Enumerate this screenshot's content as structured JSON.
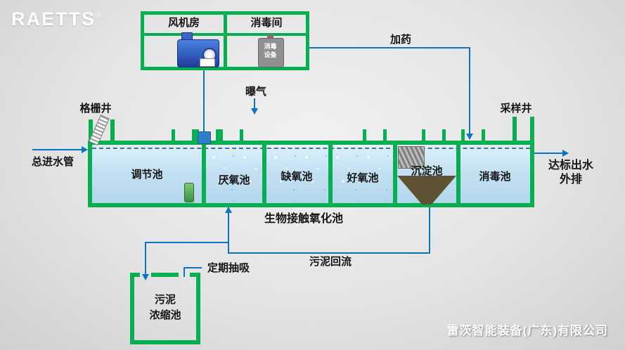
{
  "colors": {
    "green": "#00b050",
    "blue": "#0a74c2",
    "water": "#c3e0f2",
    "sludge": "#5e5233",
    "device_gray": "#909090"
  },
  "brand": {
    "logo_text": "RAETTS",
    "reg_mark": "®",
    "company_name": "雷茨智能装备(广东)有限公司"
  },
  "equipment_box": {
    "fan_room": "风机房",
    "disinfection_room": "消毒间",
    "device_line1": "消毒",
    "device_line2": "设备"
  },
  "labels": {
    "dosing": "加药",
    "aeration": "曝气",
    "grid_well": "格栅井",
    "inlet_pipe": "总进水管",
    "sampling_well": "采样井",
    "outlet_line1": "达标出水",
    "outlet_line2": "外排",
    "bio_oxidation": "生物接触氧化池",
    "sludge_return": "污泥回流",
    "periodic_suction": "定期抽吸",
    "sludge_tank_line1": "污泥",
    "sludge_tank_line2": "浓缩池"
  },
  "tank_sections": [
    {
      "label": "调节池"
    },
    {
      "label": "厌氧池"
    },
    {
      "label": "缺氧池"
    },
    {
      "label": "好氧池"
    },
    {
      "label": "沉淀池"
    },
    {
      "label": "消毒池"
    }
  ]
}
